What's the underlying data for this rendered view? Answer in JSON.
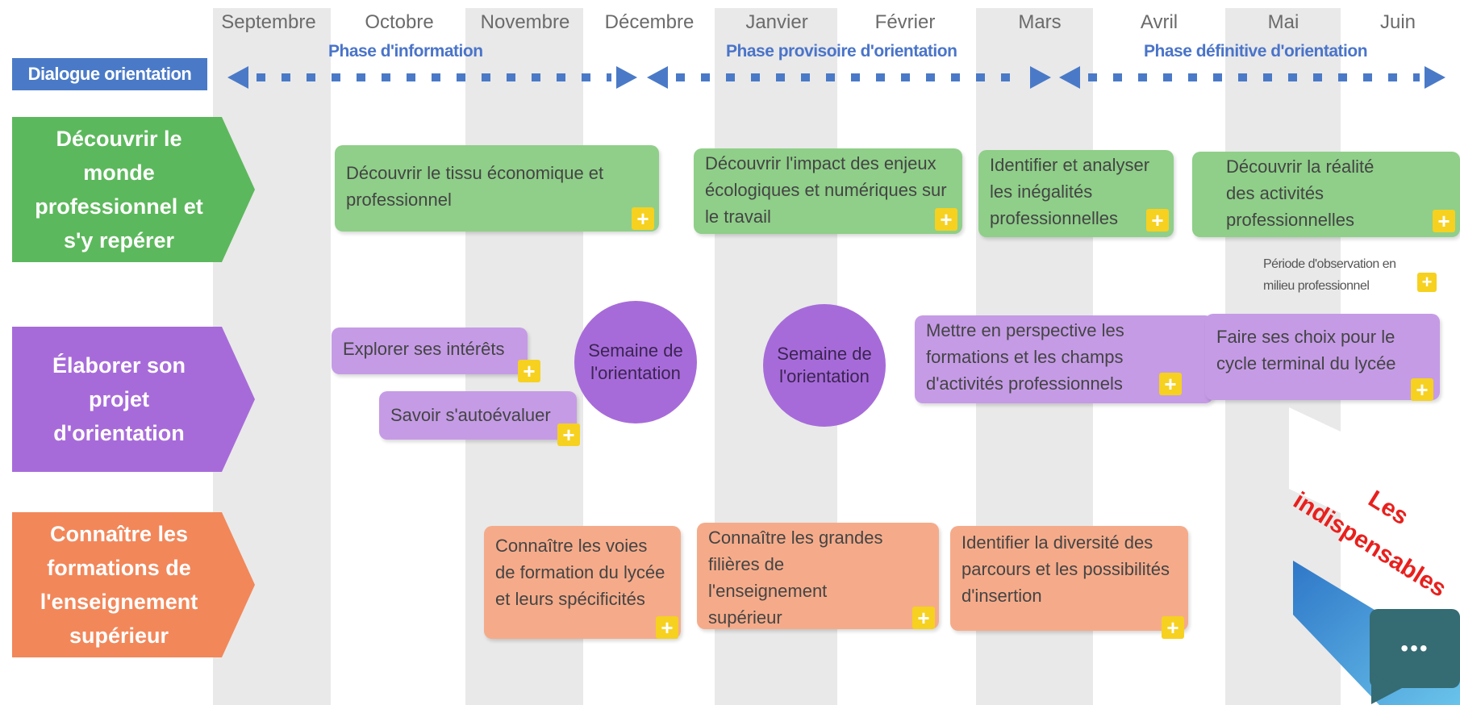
{
  "months": [
    "Septembre",
    "Octobre",
    "Novembre",
    "Décembre",
    "Janvier",
    "Février",
    "Mars",
    "Avril",
    "Mai",
    "Juin"
  ],
  "phases": {
    "information": "Phase d'information",
    "provisoire": "Phase provisoire d'orientation",
    "definitive": "Phase définitive d'orientation"
  },
  "dialogue_label": "Dialogue orientation",
  "categories": {
    "monde_pro": "Découvrir le monde professionnel et s'y repérer",
    "projet": "Élaborer son projet d'orientation",
    "formations": "Connaître les formations de l'enseignement supérieur"
  },
  "activities": {
    "tissu": "Découvrir le tissu économique et professionnel",
    "impact": "Découvrir l'impact des enjeux écologiques et numériques sur le travail",
    "inegalites": "Identifier et analyser les inégalités professionnelles",
    "realite": "Découvrir la réalité des activités professionnelles",
    "periode_obs": "Période d'observation en milieu professionnel",
    "interets": "Explorer ses intérêts",
    "autoevaluer": "Savoir s'autoévaluer",
    "semaine1": "Semaine de l'orientation",
    "semaine2": "Semaine de l'orientation",
    "perspective": "Mettre en perspective les formations et les champs d'activités professionnels",
    "choix": "Faire ses choix pour le cycle terminal du lycée",
    "voies": "Connaître les voies de formation du lycée et leurs spécificités",
    "filieres": "Connaître les grandes filières de l'enseignement supérieur",
    "diversite": "Identifier la diversité des parcours et les possibilités d'insertion"
  },
  "plus_label": "+",
  "stamp": {
    "line1": "Les",
    "line2": "indispensables"
  },
  "chat_label": "•••",
  "colors": {
    "green": "#5cb85c",
    "purple": "#a76bd9",
    "orange": "#f2875a",
    "blue": "#4a7ac7",
    "yellow": "#f6d11f"
  }
}
